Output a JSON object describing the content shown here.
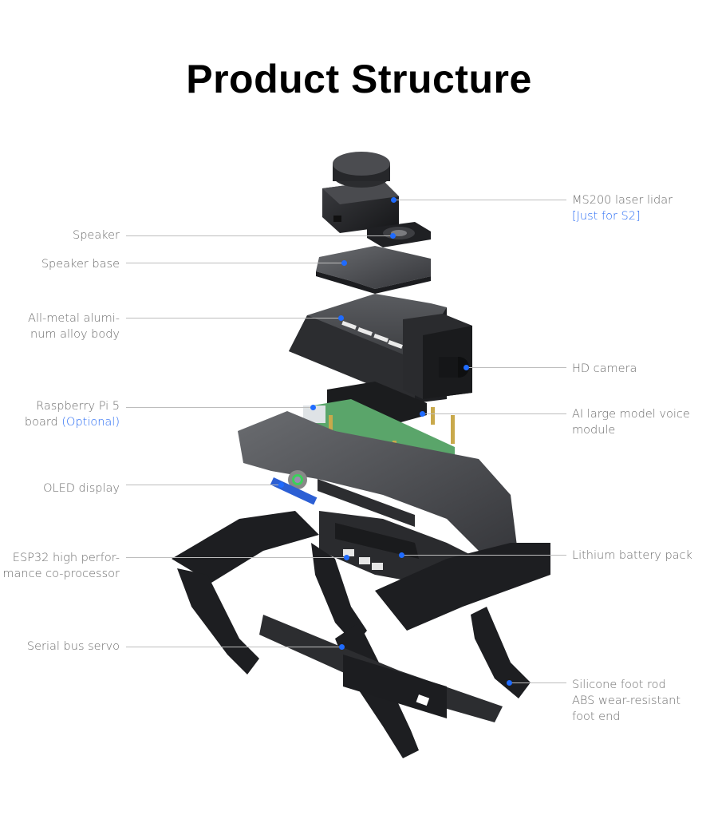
{
  "title": "Product Structure",
  "colors": {
    "accent": "#2a6df4",
    "dot": "#1f6bff",
    "label_text": "#6e6e6e",
    "leader_line": "#bdbdbd",
    "body_metal": "#3a3b3e",
    "pcb_green": "#4f9a5f"
  },
  "callouts": {
    "left": [
      {
        "id": "speaker",
        "lines": [
          "Speaker"
        ]
      },
      {
        "id": "speaker-base",
        "lines": [
          "Speaker base"
        ]
      },
      {
        "id": "metal-body",
        "lines": [
          "All-metal alumi-",
          "num alloy body"
        ]
      },
      {
        "id": "raspberry-pi",
        "lines": [
          "Raspberry Pi 5",
          "board "
        ],
        "accent": "(Optional)"
      },
      {
        "id": "oled",
        "lines": [
          "OLED display"
        ]
      },
      {
        "id": "esp32",
        "lines": [
          "ESP32 high perfor-",
          "mance co-processor"
        ]
      },
      {
        "id": "servo",
        "lines": [
          "Serial bus servo"
        ]
      }
    ],
    "right": [
      {
        "id": "lidar",
        "lines": [
          "MS200 laser lidar"
        ],
        "accent": "[Just for S2]"
      },
      {
        "id": "camera",
        "lines": [
          "HD camera"
        ]
      },
      {
        "id": "voice-module",
        "lines": [
          "AI large model voice",
          "module"
        ]
      },
      {
        "id": "battery",
        "lines": [
          "Lithium battery pack"
        ]
      },
      {
        "id": "foot",
        "lines": [
          "Silicone foot rod",
          "ABS wear-resistant",
          "foot end"
        ]
      }
    ]
  }
}
